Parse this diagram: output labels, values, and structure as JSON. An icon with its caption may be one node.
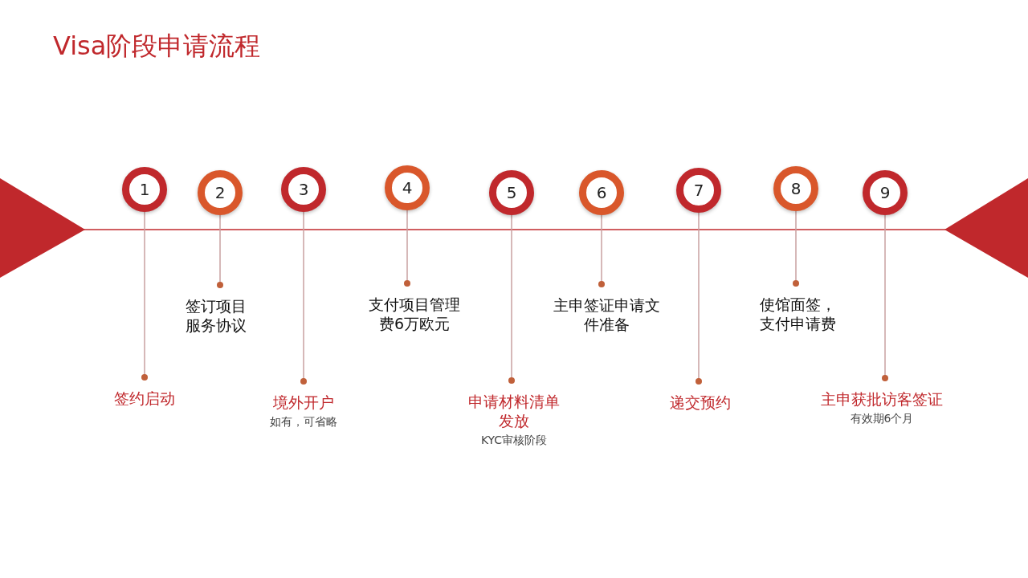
{
  "diagram": {
    "title": "Visa阶段申请流程",
    "nodes": [
      {
        "text": [
          "1"
        ]
      },
      {
        "text": [
          "2"
        ]
      },
      {
        "text": [
          "3"
        ]
      },
      {
        "text": [
          "4"
        ]
      },
      {
        "text": [
          "5"
        ]
      },
      {
        "text": [
          "6"
        ]
      },
      {
        "text": [
          "7"
        ]
      },
      {
        "text": [
          "8"
        ]
      },
      {
        "text": [
          "9"
        ]
      },
      {
        "text": [
          "签约启动"
        ]
      },
      {
        "text": [
          "签订项目服务协议"
        ]
      },
      {
        "text": [
          "境外开户"
        ],
        "beside": [
          "如有，可省略"
        ]
      },
      {
        "text": [
          "支付项目管理费6万欧元"
        ]
      },
      {
        "text": [
          "申请材料清单发放"
        ],
        "beside": [
          "KYC审核阶段"
        ]
      },
      {
        "text": [
          "主申签证申请文件准备"
        ]
      },
      {
        "text": [
          "递交预约"
        ]
      },
      {
        "text": [
          "使馆面签，支付申请费"
        ]
      },
      {
        "text": [
          "主申获批访客签证"
        ],
        "beside": [
          "有效期6个月"
        ]
      }
    ],
    "edges": [
      {
        "from": 0,
        "to": 9,
        "arrow": "other"
      },
      {
        "from": 1,
        "to": 10,
        "arrow": "other"
      },
      {
        "from": 2,
        "to": 11,
        "arrow": "other"
      },
      {
        "from": 3,
        "to": 12,
        "arrow": "other"
      },
      {
        "from": 4,
        "to": 13,
        "arrow": "other"
      },
      {
        "from": 5,
        "to": 14,
        "arrow": "other"
      },
      {
        "from": 6,
        "to": 15,
        "arrow": "other"
      },
      {
        "from": 7,
        "to": 16,
        "arrow": "other"
      },
      {
        "from": 8,
        "to": 17,
        "arrow": "other"
      }
    ]
  }
}
